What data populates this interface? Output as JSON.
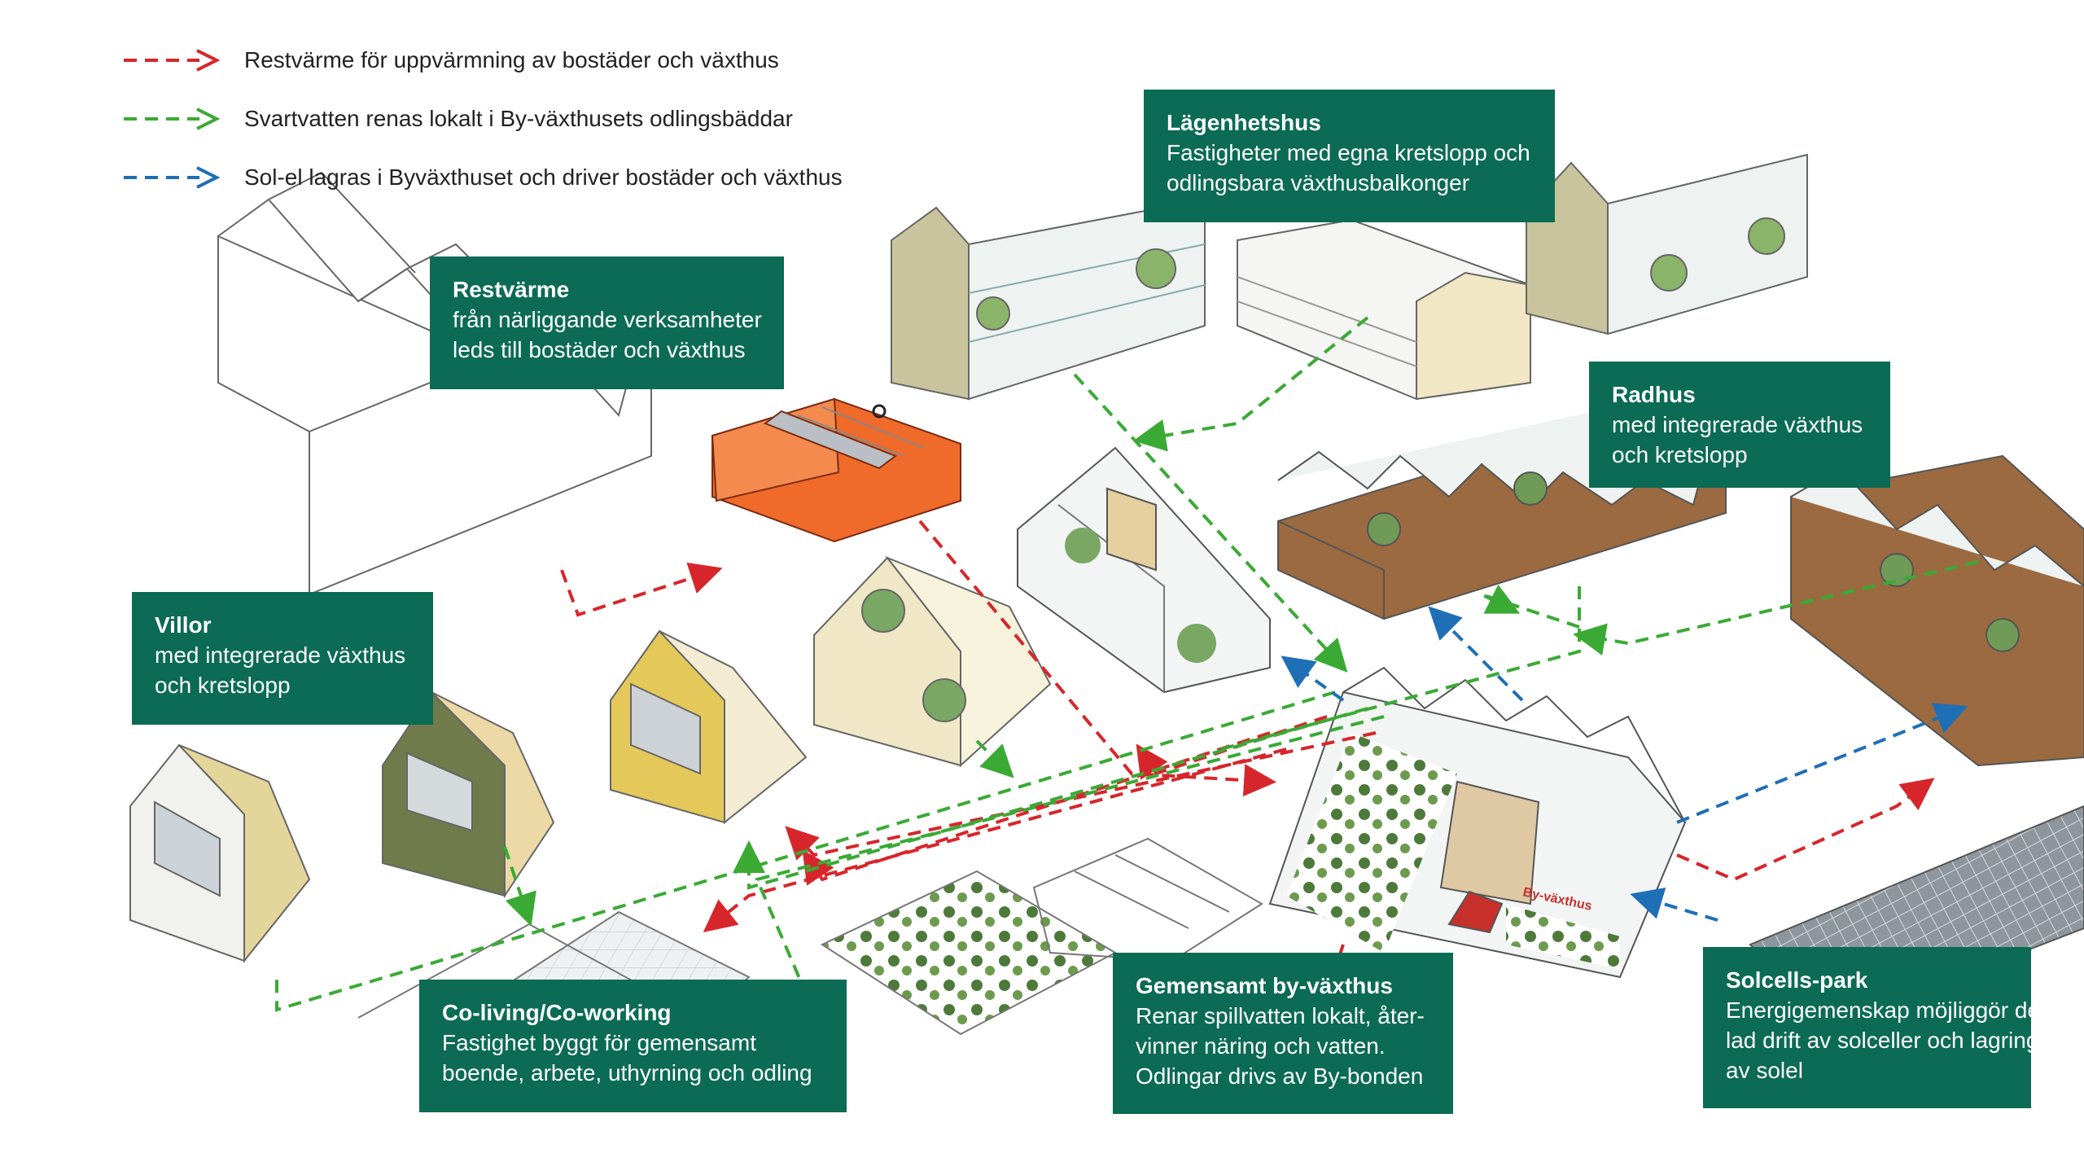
{
  "legend": [
    {
      "text": "Restvärme för uppvärmning av bostäder och växthus",
      "color": "#d7262b"
    },
    {
      "text": "Svartvatten renas lokalt i By-växthusets odlingsbäddar",
      "color": "#3aaa35"
    },
    {
      "text": "Sol-el lagras i Byväxthuset och driver bostäder och växthus",
      "color": "#1f6fb6"
    }
  ],
  "callouts": {
    "lagenhetshus": {
      "title": "Lägenhetshus",
      "lines": [
        "Fastigheter med egna kretslopp och",
        "odlingsbara växthusbalkonger"
      ]
    },
    "restvarme": {
      "title": "Restvärme",
      "lines": [
        "från närliggande verksamheter",
        "leds till bostäder och växthus"
      ]
    },
    "radhus": {
      "title": "Radhus",
      "lines": [
        "med integrerade växthus",
        "och kretslopp"
      ]
    },
    "villor": {
      "title": "Villor",
      "lines": [
        "med integrerade växthus",
        "och kretslopp"
      ]
    },
    "coliving": {
      "title": "Co-living/Co-working",
      "lines": [
        "Fastighet byggt för gemensamt",
        "boende, arbete, uthyrning och odling"
      ]
    },
    "byvaxthus": {
      "title": "Gemensamt by-växthus",
      "lines": [
        "Renar spillvatten lokalt, åter-",
        "vinner näring och vatten.",
        "Odlingar drivs av By-bonden"
      ]
    },
    "solcell": {
      "title": "Solcells-park",
      "lines": [
        "Energigemenskap möjliggör de",
        "lad drift av solceller och lagring",
        "av solel"
      ]
    }
  },
  "greenhouse_sign": "By-växthus"
}
